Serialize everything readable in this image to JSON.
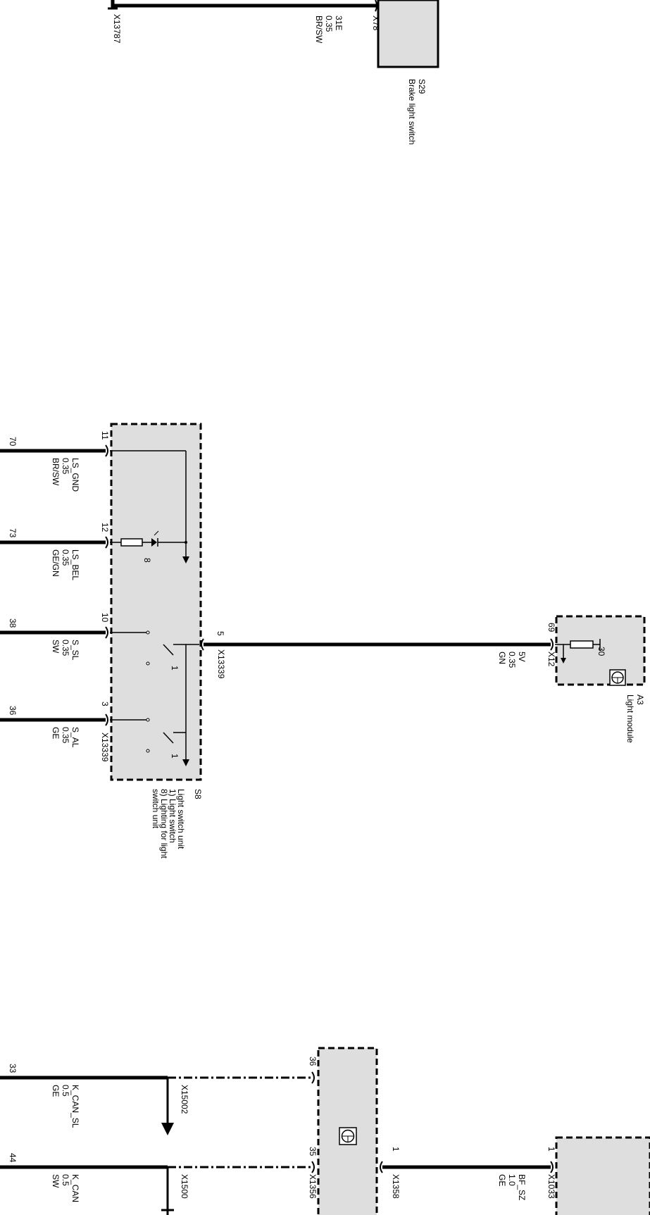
{
  "colors": {
    "wire": "#000000",
    "component_fill": "#dedede",
    "background": "#ffffff"
  },
  "brake": {
    "connector_left": "X13787",
    "wire_label_1": "31E",
    "wire_label_2": "0.35",
    "wire_label_3": "BR/SW",
    "connector": "X78",
    "component_id": "S29",
    "component_name": "Brake light switch"
  },
  "light_switch": {
    "wires": [
      {
        "end_label": "70",
        "pin": "11",
        "name": "LS_GND",
        "size": "0.35",
        "color": "BR/SW"
      },
      {
        "end_label": "73",
        "pin": "12",
        "name": "LS_BEL",
        "size": "0.35",
        "color": "GE/GN"
      },
      {
        "end_label": "38",
        "pin": "10",
        "name": "S_SL",
        "size": "0.35",
        "color": "SW"
      },
      {
        "end_label": "36",
        "pin": "3",
        "name": "S_AL",
        "size": "0.35",
        "color": "GE"
      }
    ],
    "lamp_ref": "8",
    "switch_ref_1": "1",
    "switch_ref_2": "1",
    "connector_pin5": "5",
    "connector_mid": "X13339",
    "connector_left": "X13339",
    "component_id": "S8",
    "description": [
      "Light switch unit",
      "1) Light switch",
      "8) Lighting for light",
      "switch unit"
    ]
  },
  "light_module": {
    "pin": "69",
    "wire_name": "5V",
    "wire_size": "0.35",
    "wire_color": "GN",
    "connector": "X12",
    "terminal": "30",
    "component_id": "A3",
    "component_name": "Light module",
    "icon": "module-symbol-icon"
  },
  "bottom": {
    "can_wires": [
      {
        "end_label": "33",
        "name": "K_CAN_SL",
        "size": "0.5",
        "color": "GE",
        "splice": "X15002",
        "pin": "36"
      },
      {
        "end_label": "44",
        "name": "K_CAN",
        "size": "0.5",
        "color": "SW",
        "splice": "X1500",
        "pin": "35"
      }
    ],
    "connector_a": "X1356",
    "pin_a": "1",
    "connector_b": "X1358",
    "bf_pin": "1",
    "bf_name": "BF_SZ",
    "bf_size": "1.0",
    "bf_color": "GE",
    "bf_connector": "X1033",
    "icon": "module-symbol-icon"
  }
}
